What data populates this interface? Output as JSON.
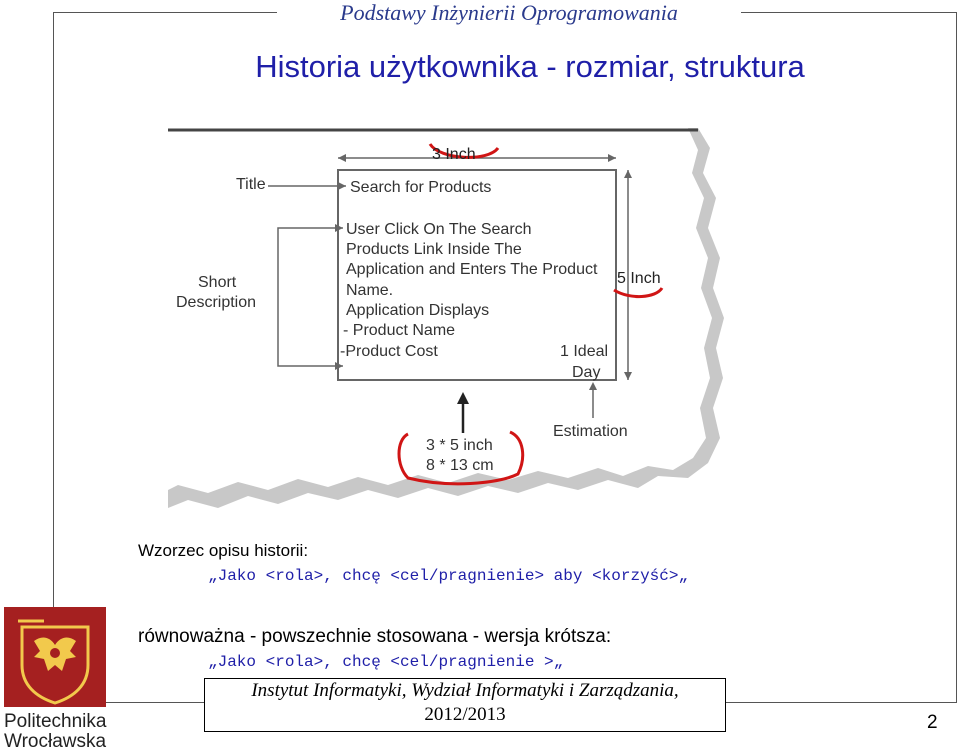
{
  "header": {
    "course_title": "Podstawy Inżynierii Oprogramowania",
    "slide_title": "Historia użytkownika - rozmiar, struktura"
  },
  "figure": {
    "size_width": "3 Inch",
    "size_height": "5 Inch",
    "label_title": "Title",
    "label_short_1": "Short",
    "label_short_2": "Description",
    "card_title": "Search for Products",
    "card_body": [
      "User Click On The Search",
      "Products Link Inside The",
      "Application and Enters The Product",
      "Name.",
      "Application Displays",
      "- Product Name",
      "-Product Cost"
    ],
    "estimate_1": "1 Ideal",
    "estimate_2": "Day",
    "estimation_label": "Estimation",
    "dimensions_1": "3 * 5 inch",
    "dimensions_2": "8 * 13 cm"
  },
  "body": {
    "pattern_label": "Wzorzec opisu historii:",
    "pattern_line1": "„Jako <rola>, chcę <cel/pragnienie> aby <korzyść>„",
    "equivalent_label": "równoważna - powszechnie stosowana - wersja krótsza:",
    "pattern_line2": "„Jako <rola>, chcę <cel/pragnienie >„"
  },
  "footer": {
    "logo_line1": "Politechnika",
    "logo_line2": "Wrocławska",
    "institute": "Instytut Informatyki, Wydział Informatyki i Zarządzania,",
    "year": "2012/2013",
    "page_number": "2"
  },
  "colors": {
    "title_blue": "#1f1fa8",
    "course_blue": "#2a3a8c",
    "logo_red": "#a52020",
    "annotation_red": "#d01515"
  }
}
